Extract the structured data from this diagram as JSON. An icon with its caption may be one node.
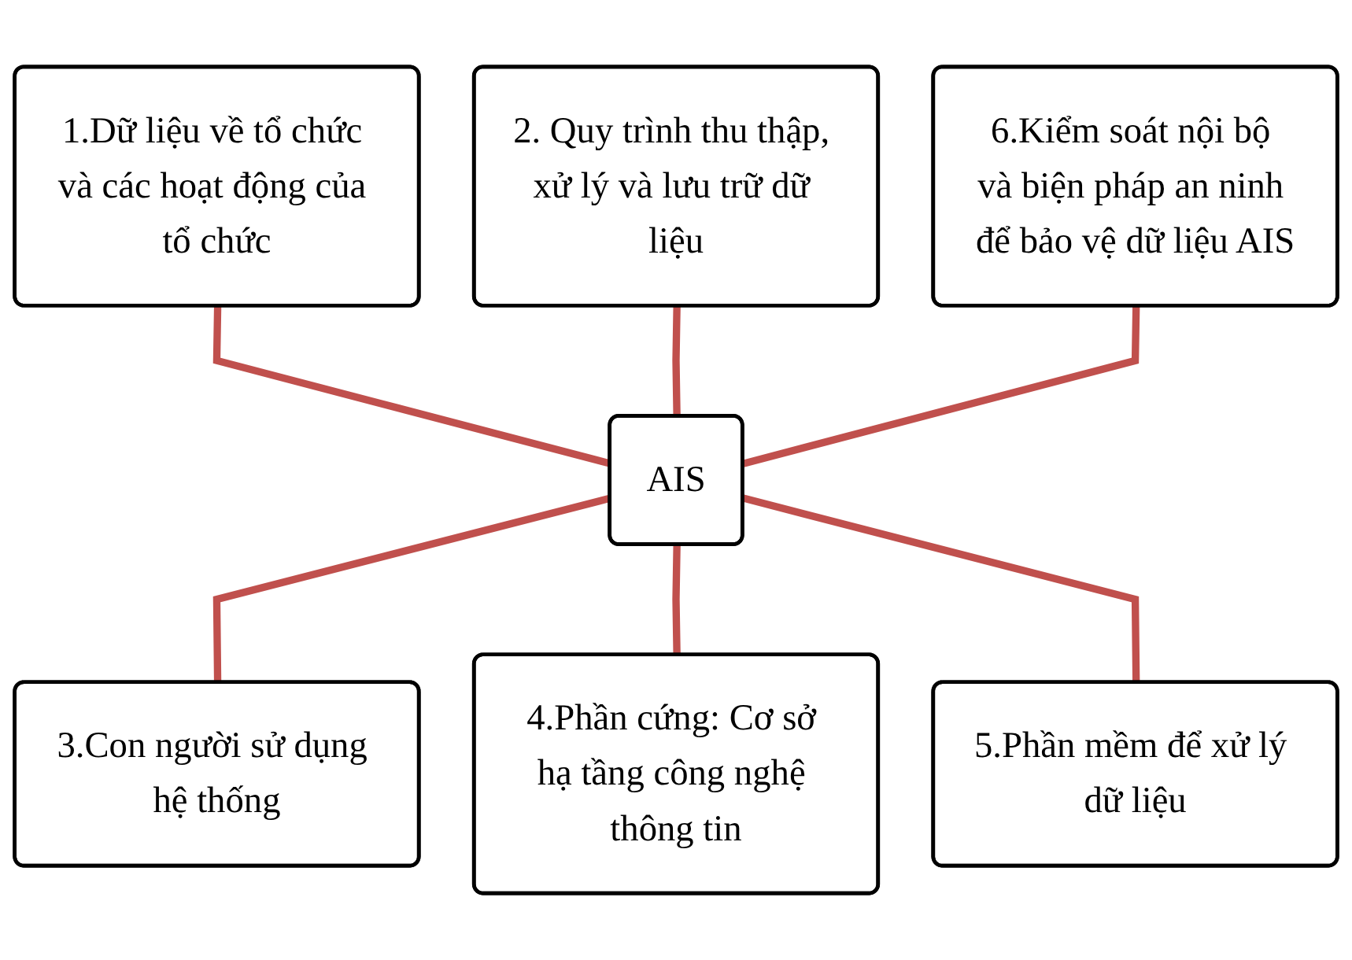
{
  "diagram": {
    "nodes": [
      {
        "text": [
          "AIS"
        ]
      },
      {
        "text": [
          "1.Dữ liệu về tổ chức và các hoạt động của tổ chức"
        ]
      },
      {
        "text": [
          "2. Quy trình thu thập, xử lý và lưu trữ dữ liệu"
        ]
      },
      {
        "text": [
          "3.Con người sử dụng hệ thống"
        ]
      },
      {
        "text": [
          "4.Phần cứng: Cơ sở hạ tầng công nghệ thông tin"
        ]
      },
      {
        "text": [
          "5.Phần mềm để xử lý dữ liệu"
        ]
      },
      {
        "text": [
          "6.Kiểm soát nội bộ và biện pháp an ninh để bảo vệ dữ liệu AIS"
        ]
      }
    ],
    "edges": [
      {
        "from": 1,
        "to": 0,
        "arrow": "none"
      },
      {
        "from": 2,
        "to": 0,
        "arrow": "none"
      },
      {
        "from": 0,
        "to": 3,
        "arrow": "none"
      },
      {
        "from": 0,
        "to": 4,
        "arrow": "none"
      },
      {
        "from": 0,
        "to": 5,
        "arrow": "none"
      },
      {
        "from": 6,
        "to": 0,
        "arrow": "none"
      }
    ]
  }
}
